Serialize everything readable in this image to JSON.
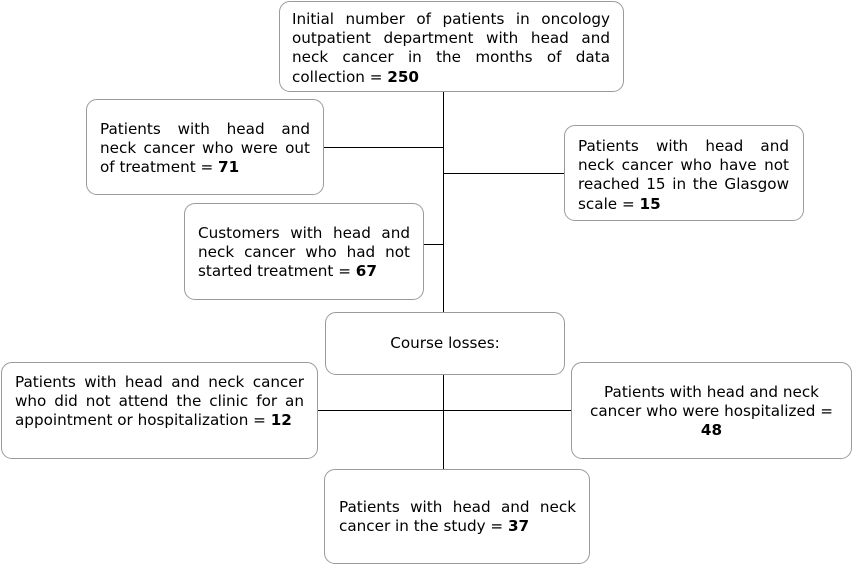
{
  "boxes": {
    "initial": {
      "text": "Initial number of patients in oncology outpatient department with head and neck cancer in the months of data collection = ",
      "count": "250"
    },
    "out_of_treatment": {
      "text": "Patients with head and neck cancer who were out of treatment = ",
      "count": "71"
    },
    "glasgow": {
      "text": "Patients with head and neck cancer who have not reached 15 in the Glasgow scale = ",
      "count": "15"
    },
    "not_started": {
      "text": "Customers with head and neck cancer who had not started treatment = ",
      "count": "67"
    },
    "course_losses": {
      "text": "Course losses:"
    },
    "no_attend": {
      "text": "Patients with head and neck cancer who did not attend the clinic for an appointment or hospitalization = ",
      "count": "12"
    },
    "hospitalized": {
      "text": "Patients with head and neck cancer who were hospitalized = ",
      "count": "48"
    },
    "in_study": {
      "text": "Patients with head and neck cancer in the study = ",
      "count": "37"
    }
  }
}
